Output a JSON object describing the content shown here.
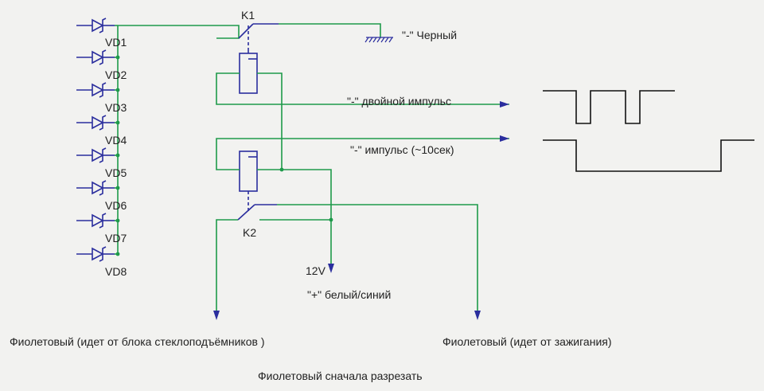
{
  "diodes": [
    "VD1",
    "VD2",
    "VD3",
    "VD4",
    "VD5",
    "VD6",
    "VD7",
    "VD8"
  ],
  "relays": {
    "k1": "K1",
    "k2": "K2"
  },
  "labels": {
    "ground": "\"-\" Черный",
    "double_pulse": "\"-\" двойной импульс",
    "pulse": "\"-\" импульс (~10сек)",
    "v12": "12V",
    "plus": "\"+\" белый/синий",
    "violet_windows": "Фиолетовый (идет от блока стеклоподъёмников )",
    "violet_ignition": "Фиолетовый (идет от зажигания)",
    "cut_note": "Фиолетовый сначала разрезать"
  },
  "colors": {
    "wire": "#1e9a4a",
    "component": "#2b2e9e",
    "waveform": "#111111",
    "background": "#f2f2f0"
  }
}
